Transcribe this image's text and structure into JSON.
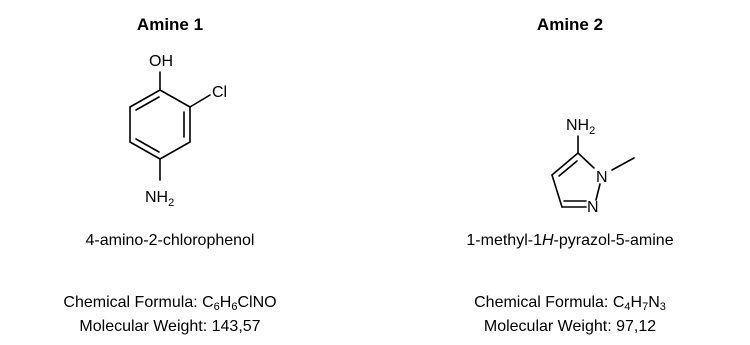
{
  "amine_1": {
    "heading": "Amine 1",
    "atoms": {
      "oh": "OH",
      "cl": "Cl",
      "nh": "NH",
      "nh_sub": "2"
    },
    "name": "4-amino-2-chlorophenol",
    "formula": {
      "label": "Chemical Formula: ",
      "parts": [
        "C",
        "6",
        "H",
        "6",
        "ClNO"
      ]
    },
    "molecular_weight": "Molecular Weight: 143,57"
  },
  "amine_2": {
    "heading": "Amine 2",
    "atoms": {
      "nh": "NH",
      "nh_sub": "2",
      "n1": "N",
      "n2": "N"
    },
    "name": {
      "prefix": "1-methyl-1",
      "italic": "H",
      "suffix": "-pyrazol-5-amine"
    },
    "formula": {
      "label": "Chemical Formula: ",
      "parts": [
        "C",
        "4",
        "H",
        "7",
        "N",
        "3"
      ]
    },
    "molecular_weight": "Molecular Weight: 97,12"
  }
}
